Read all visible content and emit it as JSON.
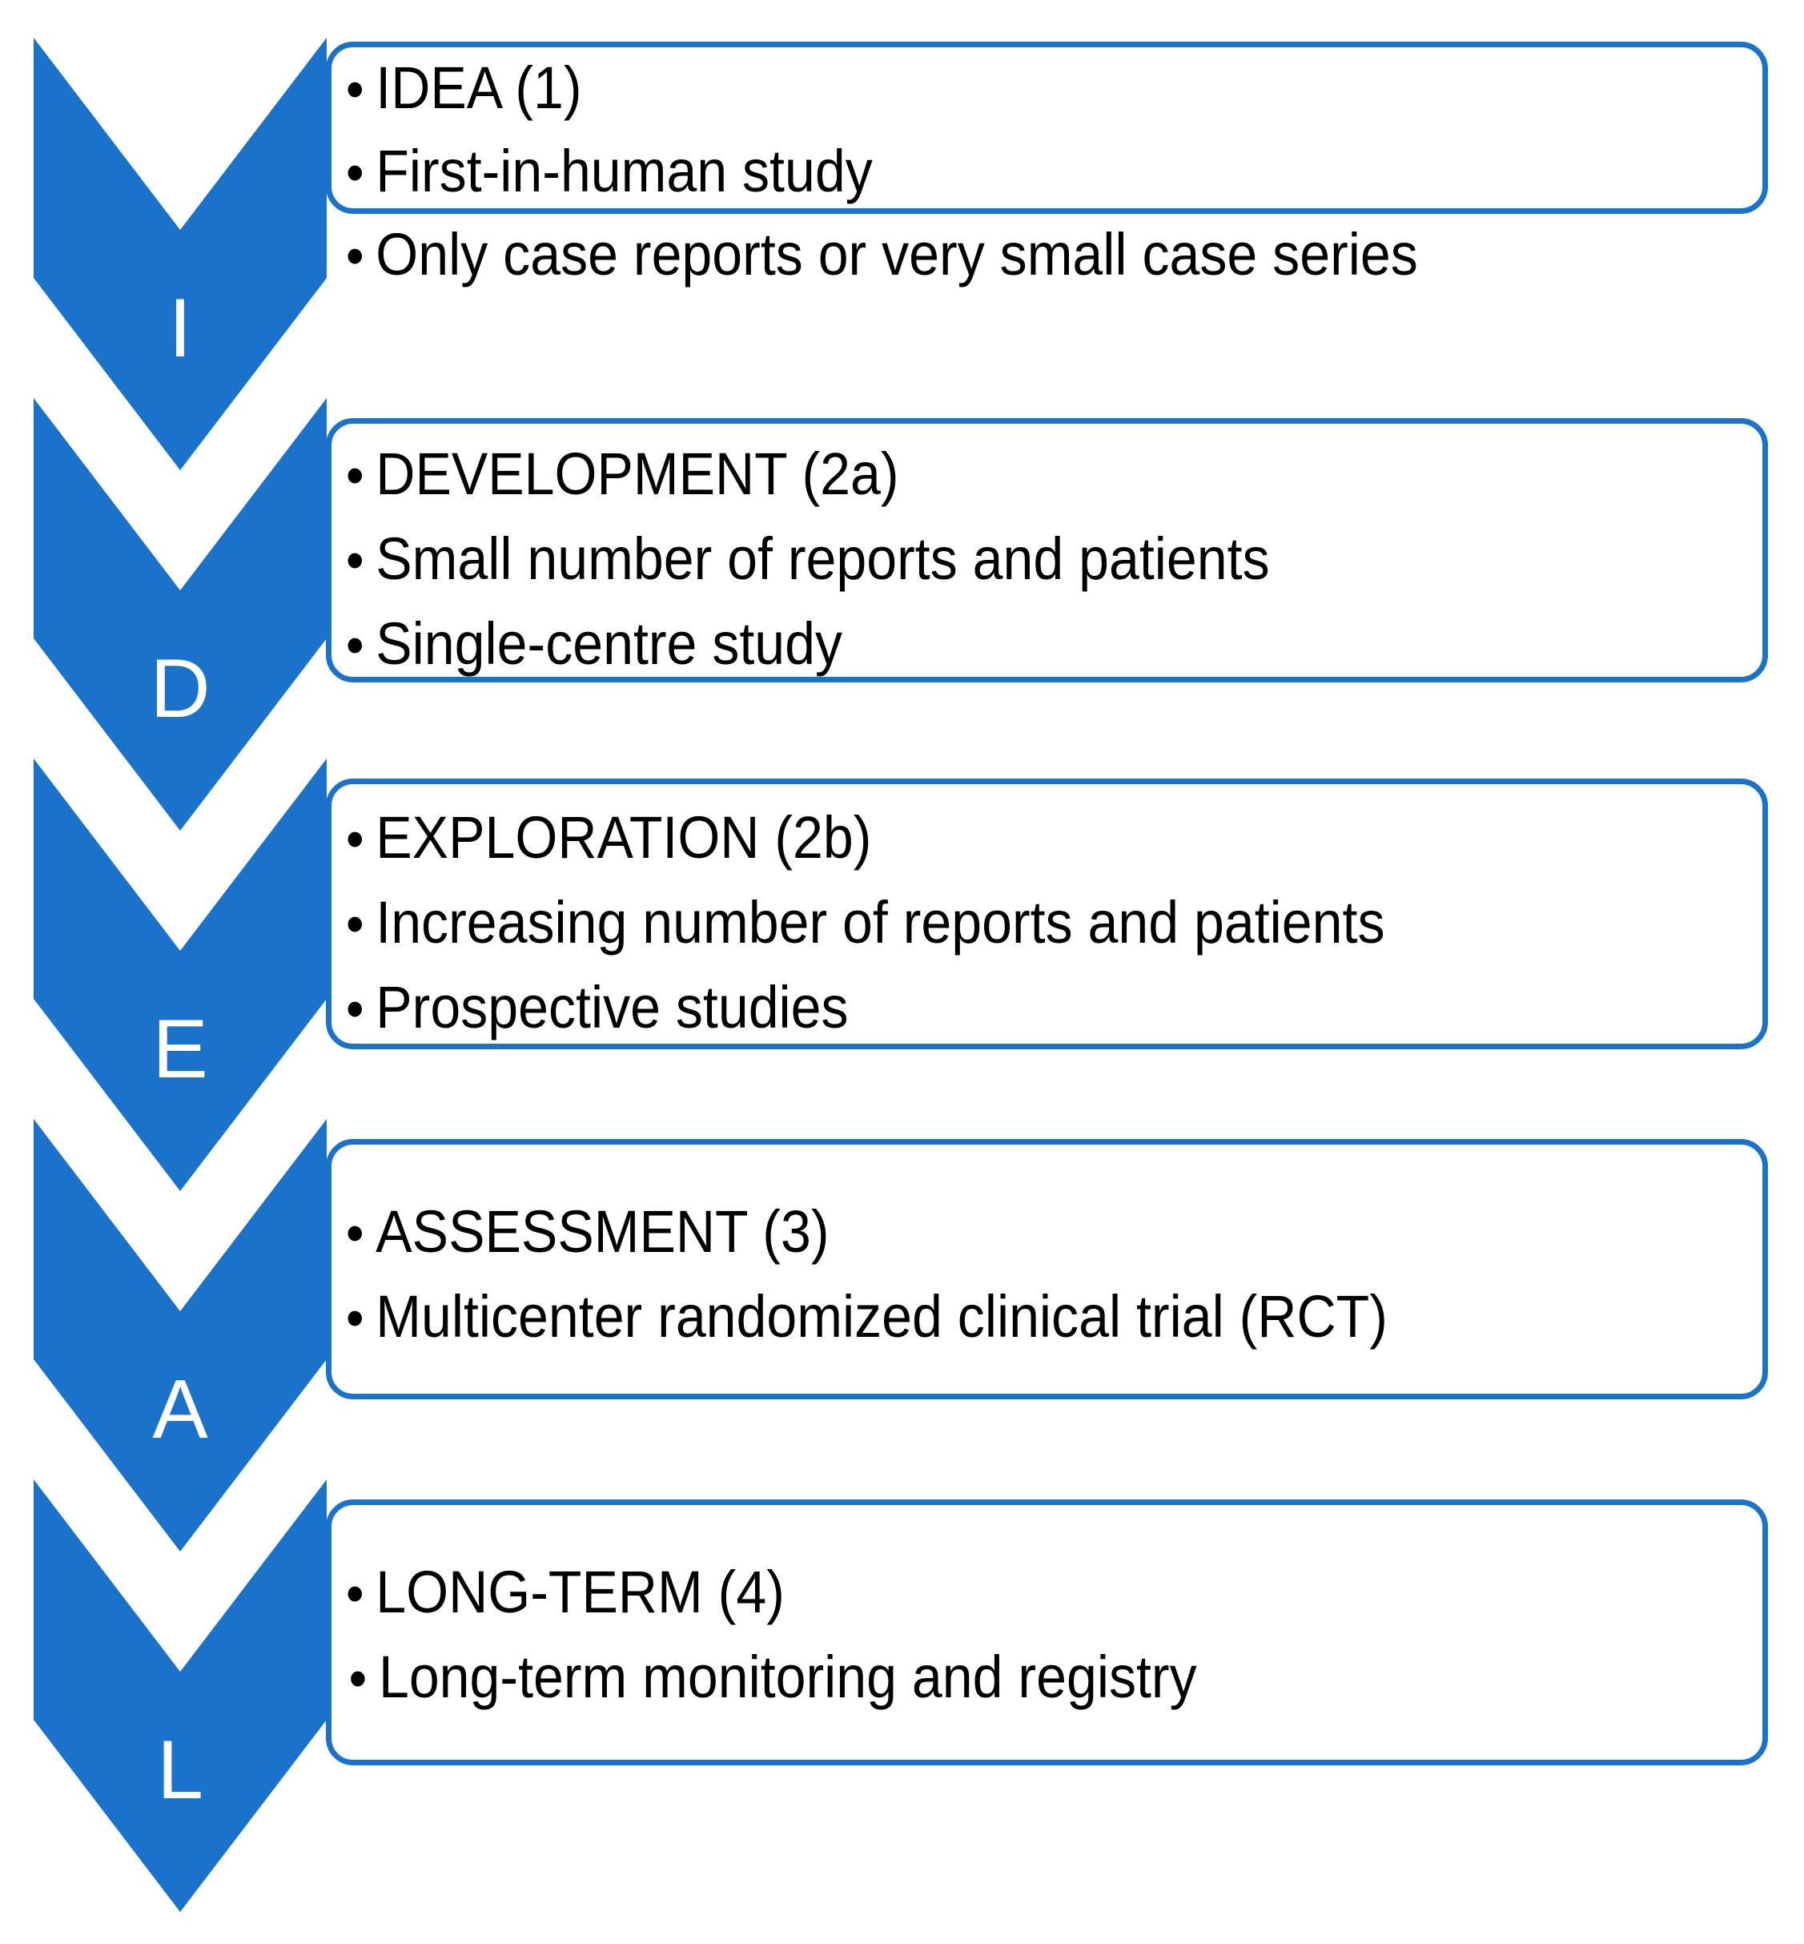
{
  "figure": {
    "type": "idea-framework-flow-diagram",
    "orientation": "vertical",
    "acronym": "IDEAL",
    "accent_color": "#1b72ca",
    "box_border_color": "#1b72ca",
    "text_color": "#000000",
    "background_color": "#ffffff"
  },
  "stages": [
    {
      "letter": "I",
      "bullets": [
        "IDEA (1)",
        "First-in-human study",
        "Only case reports or very small case series"
      ]
    },
    {
      "letter": "D",
      "bullets": [
        "DEVELOPMENT (2a)",
        "Small number of reports and patients",
        "Single-centre study"
      ]
    },
    {
      "letter": "E",
      "bullets": [
        "EXPLORATION (2b)",
        "Increasing number of reports and patients",
        "Prospective studies"
      ]
    },
    {
      "letter": "A",
      "bullets": [
        "ASSESSMENT (3)",
        "Multicenter randomized clinical trial (RCT)"
      ]
    },
    {
      "letter": "L",
      "bullets": [
        "LONG-TERM (4)",
        "Long-term monitoring and registry"
      ]
    }
  ],
  "bullet_glyph": "•"
}
